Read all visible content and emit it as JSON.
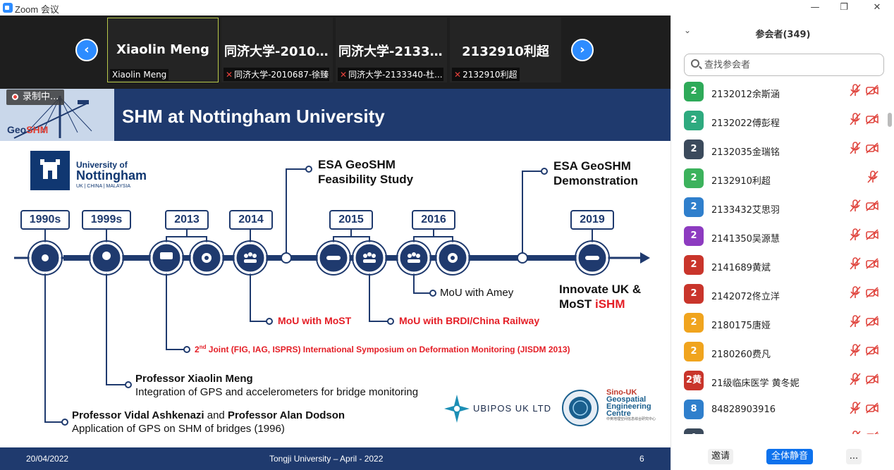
{
  "window": {
    "title": "Zoom 会议"
  },
  "video_strip": {
    "tiles": [
      {
        "display_name": "Xiaolin Meng",
        "label": "Xiaolin Meng",
        "muted": false
      },
      {
        "display_name": "同济大学-20106...",
        "label": "同济大学-2010687-徐臻",
        "muted": true
      },
      {
        "display_name": "同济大学-21333...",
        "label": "同济大学-2133340-杜...",
        "muted": true
      },
      {
        "display_name": "2132910利超",
        "label": "2132910利超",
        "muted": true
      }
    ]
  },
  "recording": {
    "label": "录制中..."
  },
  "slide": {
    "title": "SHM at Nottingham University",
    "logo_text": "Geo",
    "logo_text_accent": "SHM",
    "uon_logo": {
      "line1": "University of",
      "line2": "Nottingham",
      "line3": "UK | CHINA | MALAYSIA"
    },
    "years": [
      "1990s",
      "1999s",
      "2013",
      "2014",
      "2015",
      "2016",
      "2019"
    ],
    "events": {
      "esa_feasibility_1": "ESA GeoSHM",
      "esa_feasibility_2": "Feasibility Study",
      "esa_demo_1": "ESA GeoSHM",
      "esa_demo_2": "Demonstration",
      "mou_amey": "MoU with Amey",
      "innovate_1": "Innovate UK &",
      "innovate_2a": "MoST ",
      "innovate_2b": "iSHM",
      "mou_most": "MoU with MoST",
      "mou_brdi": "MoU with BRDI/China Railway",
      "jisdm_pre": "2",
      "jisdm_sup": "nd",
      "jisdm_post": " Joint (FIG, IAG, ISPRS) International Symposium on Deformation Monitoring (JISDM 2013)",
      "meng_name": "Professor Xiaolin Meng",
      "meng_desc": "Integration of GPS and accelerometers for bridge monitoring",
      "ashk_name1": "Professor Vidal Ashkenazi",
      "ashk_and": " and ",
      "ashk_name2": "Professor Alan Dodson",
      "ashk_desc": "Application of GPS on SHM of bridges (1996)"
    },
    "partners": {
      "ubipos": "UBIPOS UK LTD",
      "sino_uk_1": "Sino-UK",
      "sino_uk_2": "Geospatial",
      "sino_uk_3": "Engineering",
      "sino_uk_4": "Centre",
      "sino_uk_sub": "中英地理空间信息综合研究中心"
    },
    "footer": {
      "date": "20/04/2022",
      "center": "Tongji University – April - 2022",
      "page": "6"
    },
    "colors": {
      "navy": "#1f3a6e",
      "red": "#e41e26"
    }
  },
  "panel": {
    "title": "参会者(349)",
    "search_placeholder": "查找参会者",
    "participants": [
      {
        "avatar": "2",
        "color": "#2eaa59",
        "name": "2132012余斯涵",
        "video_off": true
      },
      {
        "avatar": "2",
        "color": "#2eaa7f",
        "name": "2132022傅彭程",
        "video_off": true
      },
      {
        "avatar": "2",
        "color": "#3b4a5c",
        "name": "2132035金瑞铭",
        "video_off": true
      },
      {
        "avatar": "2",
        "color": "#3cb25c",
        "name": "2132910利超",
        "video_off": false
      },
      {
        "avatar": "2",
        "color": "#2f7fcc",
        "name": "2133432艾思羽",
        "video_off": true
      },
      {
        "avatar": "2",
        "color": "#8d3bc0",
        "name": "2141350吴源慧",
        "video_off": true
      },
      {
        "avatar": "2",
        "color": "#c9352b",
        "name": "2141689黄斌",
        "video_off": true
      },
      {
        "avatar": "2",
        "color": "#c9352b",
        "name": "2142072佟立洋",
        "video_off": true
      },
      {
        "avatar": "2",
        "color": "#f0a41e",
        "name": "2180175唐娅",
        "video_off": true
      },
      {
        "avatar": "2",
        "color": "#f0a41e",
        "name": "2180260费凡",
        "video_off": true
      },
      {
        "avatar": "2黄",
        "color": "#c9352b",
        "name": "21级临床医学 黄冬妮",
        "video_off": true
      },
      {
        "avatar": "8",
        "color": "#2f7fcc",
        "name": "84828903916",
        "video_off": true
      },
      {
        "avatar": "A",
        "color": "#3b4a5c",
        "name": "",
        "video_off": true
      }
    ],
    "buttons": {
      "invite": "邀请",
      "mute_all": "全体静音",
      "more": "..."
    }
  }
}
